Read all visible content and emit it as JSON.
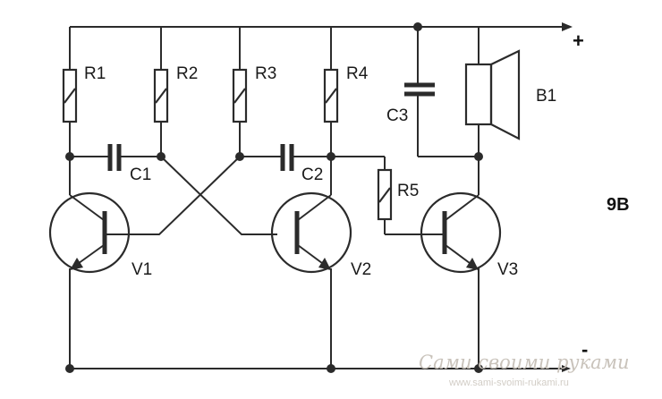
{
  "components": {
    "r1": "R1",
    "r2": "R2",
    "r3": "R3",
    "r4": "R4",
    "r5": "R5",
    "c1": "C1",
    "c2": "C2",
    "c3": "C3",
    "v1": "V1",
    "v2": "V2",
    "v3": "V3",
    "b1": "B1"
  },
  "supply": {
    "plus": "+",
    "minus": "-",
    "voltage": "9B"
  },
  "watermark": {
    "title": "Сами своими руками",
    "site": "www.sami-svoimi-rukami.ru"
  }
}
